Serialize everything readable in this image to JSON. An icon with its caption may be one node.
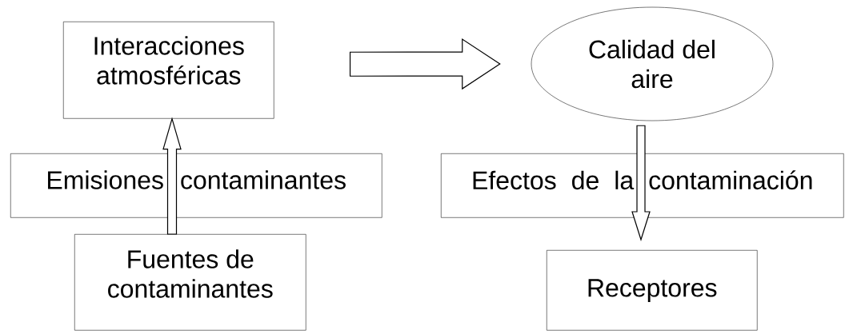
{
  "diagram": {
    "nodes": [
      {
        "text": [
          "Interacciones atmosféricas"
        ]
      },
      {
        "text": [
          "Calidad del aire"
        ]
      },
      {
        "text": [
          "Emisiones contaminantes"
        ]
      },
      {
        "text": [
          "Efectos de la contaminación"
        ]
      },
      {
        "text": [
          "Fuentes de contaminantes"
        ]
      },
      {
        "text": [
          "Receptores"
        ]
      }
    ],
    "edges": [
      {
        "from": 4,
        "to": 0,
        "arrow": "to"
      },
      {
        "from": 0,
        "to": 1,
        "arrow": "to"
      },
      {
        "from": 1,
        "to": 5,
        "arrow": "to"
      }
    ]
  }
}
